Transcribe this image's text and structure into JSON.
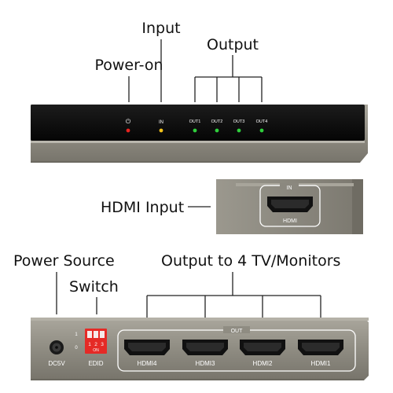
{
  "labels": {
    "input": "Input",
    "output": "Output",
    "power_on": "Power-on",
    "hdmi_input": "HDMI Input",
    "power_source": "Power Source",
    "output_to_tvs": "Output to 4 TV/Monitors",
    "switch": "Switch"
  },
  "front_panel": {
    "power_symbol": "⏻",
    "in_label": "IN",
    "outputs": [
      "OUT1",
      "OUT2",
      "OUT3",
      "OUT4"
    ],
    "colors": {
      "power_led": "#e8231f",
      "input_led": "#f2c21b",
      "output_led": "#2fcf3c"
    }
  },
  "side_panel": {
    "in_label": "IN",
    "port_label": "HDMI"
  },
  "rear_panel": {
    "dip_numbers": [
      "1",
      "2",
      "3"
    ],
    "dip_on": "ON",
    "dip_side_marks": [
      "1",
      "0"
    ],
    "dc_label": "DC5V",
    "edid_label": "EDID",
    "out_label": "OUT",
    "ports": [
      "HDMI4",
      "HDMI3",
      "HDMI2",
      "HDMI1"
    ]
  }
}
